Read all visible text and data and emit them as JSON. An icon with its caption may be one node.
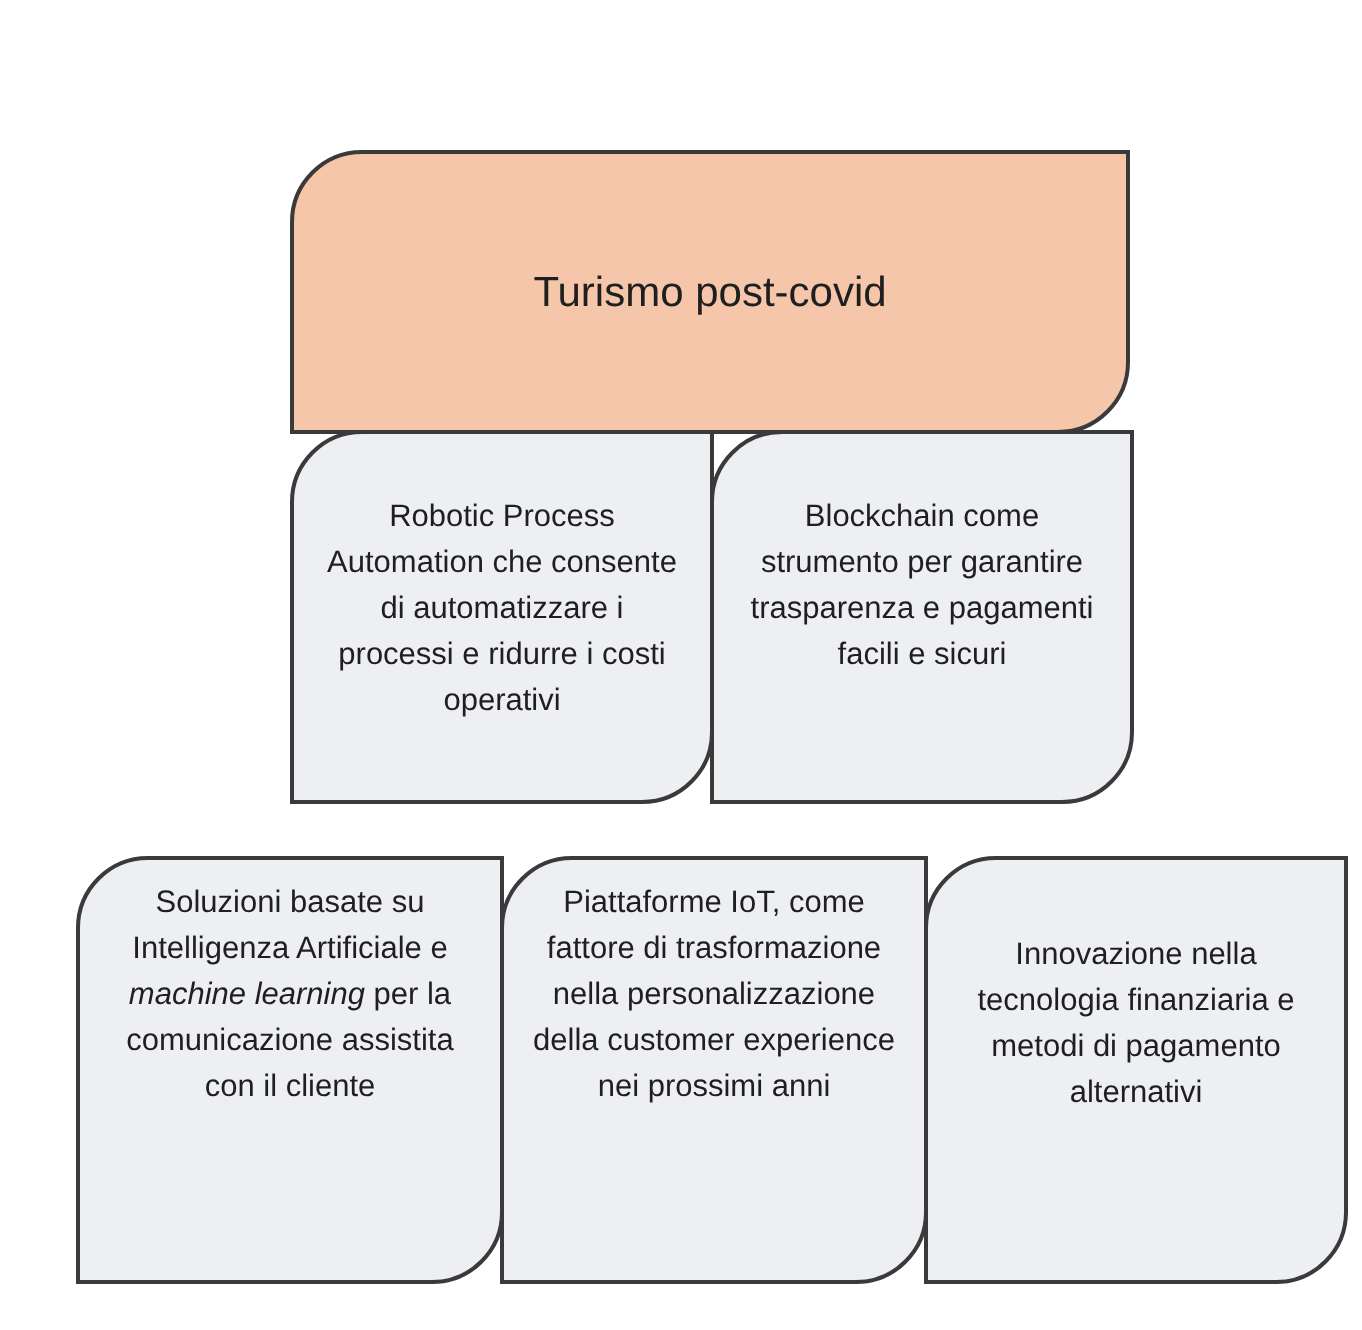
{
  "diagram": {
    "nodes": [
      {
        "text": [
          "Turismo post-covid"
        ]
      },
      {
        "text": [
          "Robotic Process Automation che consente di automatizzare i processi e ridurre i costi operativi"
        ]
      },
      {
        "text": [
          "Blockchain come strumento per garantire trasparenza e pagamenti facili e sicuri"
        ]
      },
      {
        "text": [
          "Soluzioni basate su Intelligenza Artificiale e *machine learning* per la comunicazione assistita con il cliente"
        ]
      },
      {
        "text": [
          "Piattaforme IoT, come fattore di trasformazione nella personalizzazione della customer experience nei prossimi anni"
        ]
      },
      {
        "text": [
          "Innovazione nella tecnologia finanziaria e metodi di pagamento alternativi"
        ]
      }
    ]
  }
}
